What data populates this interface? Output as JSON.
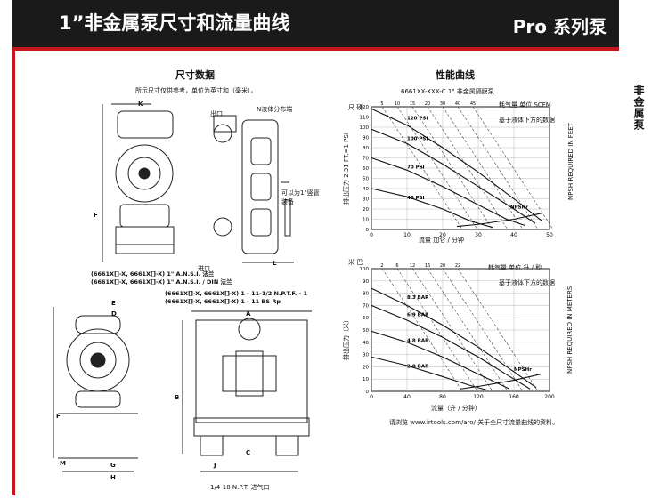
{
  "header": {
    "title": "1”非金属泵尺寸和流量曲线",
    "series": "Pro 系列泵"
  },
  "side_tab": "非金属泵",
  "dimensions": {
    "title": "尺寸数据",
    "note": "所示尺寸仅供参考，单位为英寸和（毫米）。",
    "labels": {
      "K": "K",
      "F": "F",
      "inlet_top": "出口",
      "n_port": "N液体分布端",
      "vert": "可以为1\"竖管装备",
      "L": "L",
      "inlet_bottom": "进口",
      "E": "E",
      "D": "D",
      "A": "A",
      "B": "B",
      "C": "C",
      "G": "G",
      "H": "H",
      "J": "J",
      "M": "M",
      "air_inlet": "1/4-18 N.P.T. 进气口"
    },
    "flange_notes": [
      "(6661X[]-X, 6661X[]-X) 1\" A.N.S.I. 法兰",
      "(6661X[]-X, 6661X[]-X) 1\" A.N.S.I. / DIN 法兰"
    ],
    "thread_notes": [
      "(6661X[]-X, 6661X[]-X) 1 - 11-1/2 N.P.T.F. - 1",
      "(6661X[]-X, 6661X[]-X) 1 - 11 BS Rp"
    ]
  },
  "performance": {
    "title": "性能曲线",
    "footnote": "请浏览 www.irtools.com/aro/ 关于全尺寸流量曲线的资料。"
  },
  "chart_data": [
    {
      "type": "line",
      "title": "6661XX-XXX-C 1\" 非金属隔膜泵",
      "xlabel": "流量 加仑 / 分钟",
      "ylabel": "排出压力 2.31 FT.=1 PSI",
      "y_left_unit": "尺 磅",
      "y_right_label": "NPSH REQUIRED IN FEET",
      "top_axis_label": "耗气量 单位 SCFM",
      "legend_note": "基于液体下方的数据",
      "xlim": [
        0,
        50
      ],
      "ylim": [
        0,
        120
      ],
      "x_ticks": [
        0,
        10,
        20,
        30,
        40,
        50
      ],
      "y_ticks": [
        0,
        10,
        20,
        30,
        40,
        50,
        60,
        70,
        80,
        90,
        100,
        110,
        120
      ],
      "top_ticks": [
        5,
        10,
        15,
        20,
        30,
        40,
        45
      ],
      "series": [
        {
          "name": "120 PSI",
          "x": [
            0,
            10,
            20,
            30,
            40,
            48
          ],
          "y": [
            118,
            102,
            80,
            56,
            30,
            8
          ]
        },
        {
          "name": "100 PSI",
          "x": [
            0,
            10,
            20,
            30,
            40,
            46
          ],
          "y": [
            98,
            84,
            64,
            42,
            20,
            6
          ]
        },
        {
          "name": "70 PSI",
          "x": [
            0,
            10,
            20,
            30,
            38,
            43
          ],
          "y": [
            70,
            58,
            42,
            24,
            10,
            4
          ]
        },
        {
          "name": "40 PSI",
          "x": [
            0,
            10,
            20,
            28,
            34
          ],
          "y": [
            40,
            32,
            20,
            8,
            2
          ]
        },
        {
          "name": "NPSHr",
          "x": [
            24,
            30,
            40,
            48
          ],
          "y": [
            3,
            5,
            10,
            16
          ]
        }
      ]
    },
    {
      "type": "line",
      "title": "",
      "xlabel": "流量（升 / 分钟）",
      "ylabel": "排出压力（米）",
      "y_left_unit": "米 巴",
      "y_right_label": "NPSH REQUIRED IN METERS",
      "top_axis_label": "耗气量 单位 升 / 秒",
      "legend_note": "基于液体下方的数据",
      "xlim": [
        0,
        200
      ],
      "ylim": [
        0,
        100
      ],
      "x_ticks": [
        0,
        40,
        80,
        120,
        160,
        200
      ],
      "y_ticks": [
        0,
        10,
        20,
        30,
        40,
        50,
        60,
        70,
        80,
        90,
        100
      ],
      "top_ticks": [
        2,
        6,
        12,
        16,
        20,
        22
      ],
      "series": [
        {
          "name": "8.3 BAR",
          "x": [
            0,
            40,
            80,
            120,
            160,
            185
          ],
          "y": [
            84,
            70,
            54,
            36,
            16,
            3
          ]
        },
        {
          "name": "6.9 BAR",
          "x": [
            0,
            40,
            80,
            120,
            160,
            178
          ],
          "y": [
            70,
            58,
            44,
            28,
            10,
            2
          ]
        },
        {
          "name": "4.8 BAR",
          "x": [
            0,
            40,
            80,
            120,
            155
          ],
          "y": [
            49,
            40,
            28,
            14,
            2
          ]
        },
        {
          "name": "2.8 BAR",
          "x": [
            0,
            40,
            80,
            110,
            130
          ],
          "y": [
            28,
            21,
            12,
            5,
            1
          ]
        },
        {
          "name": "NPSHr",
          "x": [
            100,
            120,
            160,
            190
          ],
          "y": [
            2,
            4,
            9,
            14
          ]
        }
      ]
    }
  ]
}
